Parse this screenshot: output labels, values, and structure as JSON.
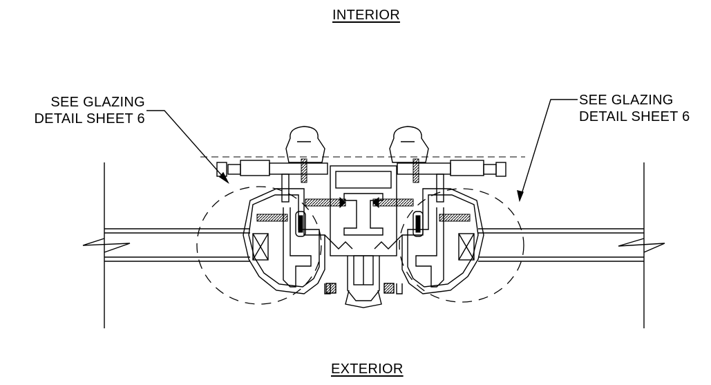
{
  "labels": {
    "interior": "INTERIOR",
    "exterior": "EXTERIOR"
  },
  "callouts": {
    "left": {
      "line1": "SEE GLAZING",
      "line2": "DETAIL SHEET 6"
    },
    "right": {
      "line1": "SEE GLAZING",
      "line2": "DETAIL SHEET 6"
    }
  }
}
